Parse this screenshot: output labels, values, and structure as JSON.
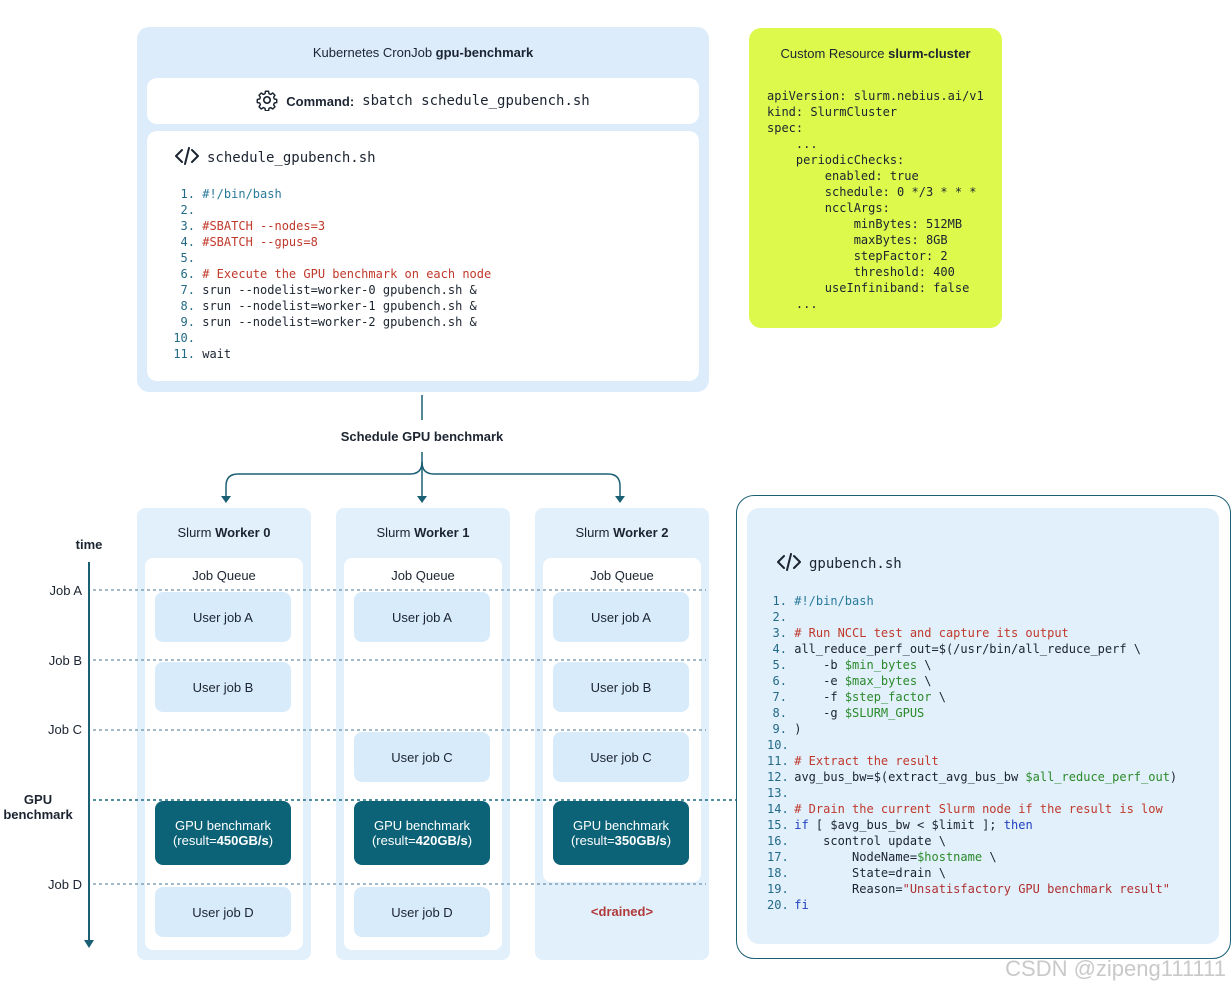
{
  "cronjob": {
    "title_prefix": "Kubernetes CronJob ",
    "title_bold": "gpu-benchmark",
    "command_label": "Command:",
    "command_value": "sbatch schedule_gpubench.sh",
    "script_filename": "schedule_gpubench.sh",
    "script_lines": [
      {
        "n": "1.",
        "segs": [
          {
            "t": "#!/bin/bash",
            "c": "shebang"
          }
        ]
      },
      {
        "n": "2.",
        "segs": []
      },
      {
        "n": "3.",
        "segs": [
          {
            "t": "#SBATCH --nodes=3",
            "c": "comment"
          }
        ]
      },
      {
        "n": "4.",
        "segs": [
          {
            "t": "#SBATCH --gpus=8",
            "c": "comment"
          }
        ]
      },
      {
        "n": "5.",
        "segs": []
      },
      {
        "n": "6.",
        "segs": [
          {
            "t": "# Execute the GPU benchmark on each node",
            "c": "comment"
          }
        ]
      },
      {
        "n": "7.",
        "segs": [
          {
            "t": "srun --nodelist=worker-0 gpubench.sh &",
            "c": ""
          }
        ]
      },
      {
        "n": "8.",
        "segs": [
          {
            "t": "srun --nodelist=worker-1 gpubench.sh &",
            "c": ""
          }
        ]
      },
      {
        "n": "9.",
        "segs": [
          {
            "t": "srun --nodelist=worker-2 gpubench.sh &",
            "c": ""
          }
        ]
      },
      {
        "n": "10.",
        "segs": []
      },
      {
        "n": "11.",
        "segs": [
          {
            "t": "wait",
            "c": ""
          }
        ]
      }
    ]
  },
  "custom_resource": {
    "title_prefix": "Custom Resource ",
    "title_bold": "slurm-cluster",
    "lines": [
      "apiVersion: slurm.nebius.ai/v1",
      "kind: SlurmCluster",
      "spec:",
      "    ...",
      "    periodicChecks:",
      "        enabled: true",
      "        schedule: 0 */3 * * *",
      "        ncclArgs:",
      "            minBytes: 512MB",
      "            maxBytes: 8GB",
      "            stepFactor: 2",
      "            threshold: 400",
      "        useInfiniband: false",
      "    ..."
    ]
  },
  "schedule_label": "Schedule GPU benchmark",
  "timeline": {
    "axis_label": "time",
    "labels": [
      "Job A",
      "Job B",
      "Job C",
      "GPU\nbenchmark",
      "Job D"
    ]
  },
  "workers": [
    {
      "prefix": "Slurm ",
      "bold": "Worker 0",
      "queue_title": "Job Queue",
      "jobs": [
        "User job A",
        "User job B",
        "",
        "User job D"
      ],
      "bench_label": "GPU benchmark",
      "bench_result_prefix": "(result=",
      "bench_result_value": "450GB/s",
      "bench_result_suffix": ")",
      "drained": ""
    },
    {
      "prefix": "Slurm ",
      "bold": "Worker 1",
      "queue_title": "Job Queue",
      "jobs": [
        "User job A",
        "",
        "User job C",
        "User job D"
      ],
      "bench_label": "GPU benchmark",
      "bench_result_prefix": "(result=",
      "bench_result_value": "420GB/s",
      "bench_result_suffix": ")",
      "drained": ""
    },
    {
      "prefix": "Slurm ",
      "bold": "Worker 2",
      "queue_title": "Job Queue",
      "jobs": [
        "User job A",
        "User job B",
        "User job C",
        ""
      ],
      "bench_label": "GPU benchmark",
      "bench_result_prefix": "(result=",
      "bench_result_value": "350GB/s",
      "bench_result_suffix": ")",
      "drained": "<drained>"
    }
  ],
  "gpubench": {
    "filename": "gpubench.sh",
    "lines": [
      {
        "n": "1.",
        "segs": [
          {
            "t": "#!/bin/bash",
            "c": "shebang"
          }
        ]
      },
      {
        "n": "2.",
        "segs": []
      },
      {
        "n": "3.",
        "segs": [
          {
            "t": "# Run NCCL test and capture its output",
            "c": "comment"
          }
        ]
      },
      {
        "n": "4.",
        "segs": [
          {
            "t": "all_reduce_perf_out=$(/usr/bin/all_reduce_perf \\",
            "c": ""
          }
        ]
      },
      {
        "n": "5.",
        "segs": [
          {
            "t": "    -b ",
            "c": ""
          },
          {
            "t": "$min_bytes",
            "c": "var"
          },
          {
            "t": " \\",
            "c": ""
          }
        ]
      },
      {
        "n": "6.",
        "segs": [
          {
            "t": "    -e ",
            "c": ""
          },
          {
            "t": "$max_bytes",
            "c": "var"
          },
          {
            "t": " \\",
            "c": ""
          }
        ]
      },
      {
        "n": "7.",
        "segs": [
          {
            "t": "    -f ",
            "c": ""
          },
          {
            "t": "$step_factor",
            "c": "var"
          },
          {
            "t": " \\",
            "c": ""
          }
        ]
      },
      {
        "n": "8.",
        "segs": [
          {
            "t": "    -g ",
            "c": ""
          },
          {
            "t": "$SLURM_GPUS",
            "c": "var"
          }
        ]
      },
      {
        "n": "9.",
        "segs": [
          {
            "t": ")",
            "c": ""
          }
        ]
      },
      {
        "n": "10.",
        "segs": []
      },
      {
        "n": "11.",
        "segs": [
          {
            "t": "# Extract the result",
            "c": "comment"
          }
        ]
      },
      {
        "n": "12.",
        "segs": [
          {
            "t": "avg_bus_bw=$(extract_avg_bus_bw ",
            "c": ""
          },
          {
            "t": "$all_reduce_perf_out",
            "c": "var"
          },
          {
            "t": ")",
            "c": ""
          }
        ]
      },
      {
        "n": "13.",
        "segs": []
      },
      {
        "n": "14.",
        "segs": [
          {
            "t": "# Drain the current Slurm node if the result is low",
            "c": "comment"
          }
        ]
      },
      {
        "n": "15.",
        "segs": [
          {
            "t": "if",
            "c": "kw"
          },
          {
            "t": " [ $avg_bus_bw < $limit ]; ",
            "c": ""
          },
          {
            "t": "then",
            "c": "kw"
          }
        ]
      },
      {
        "n": "16.",
        "segs": [
          {
            "t": "    scontrol update \\",
            "c": ""
          }
        ]
      },
      {
        "n": "17.",
        "segs": [
          {
            "t": "        NodeName=",
            "c": ""
          },
          {
            "t": "$hostname",
            "c": "var"
          },
          {
            "t": " \\",
            "c": ""
          }
        ]
      },
      {
        "n": "18.",
        "segs": [
          {
            "t": "        State=drain \\",
            "c": ""
          }
        ]
      },
      {
        "n": "19.",
        "segs": [
          {
            "t": "        Reason=",
            "c": ""
          },
          {
            "t": "\"Unsatisfactory GPU benchmark result\"",
            "c": "str"
          }
        ]
      },
      {
        "n": "20.",
        "segs": [
          {
            "t": "fi",
            "c": "kw"
          }
        ]
      }
    ]
  },
  "watermark": "CSDN @zipeng111111",
  "colors": {
    "accent": "#0c6378",
    "panel": "#dcecfb",
    "cr": "#ddf94c",
    "drained": "#b03a3a"
  },
  "icons": [
    "gear-icon",
    "code-icon"
  ]
}
